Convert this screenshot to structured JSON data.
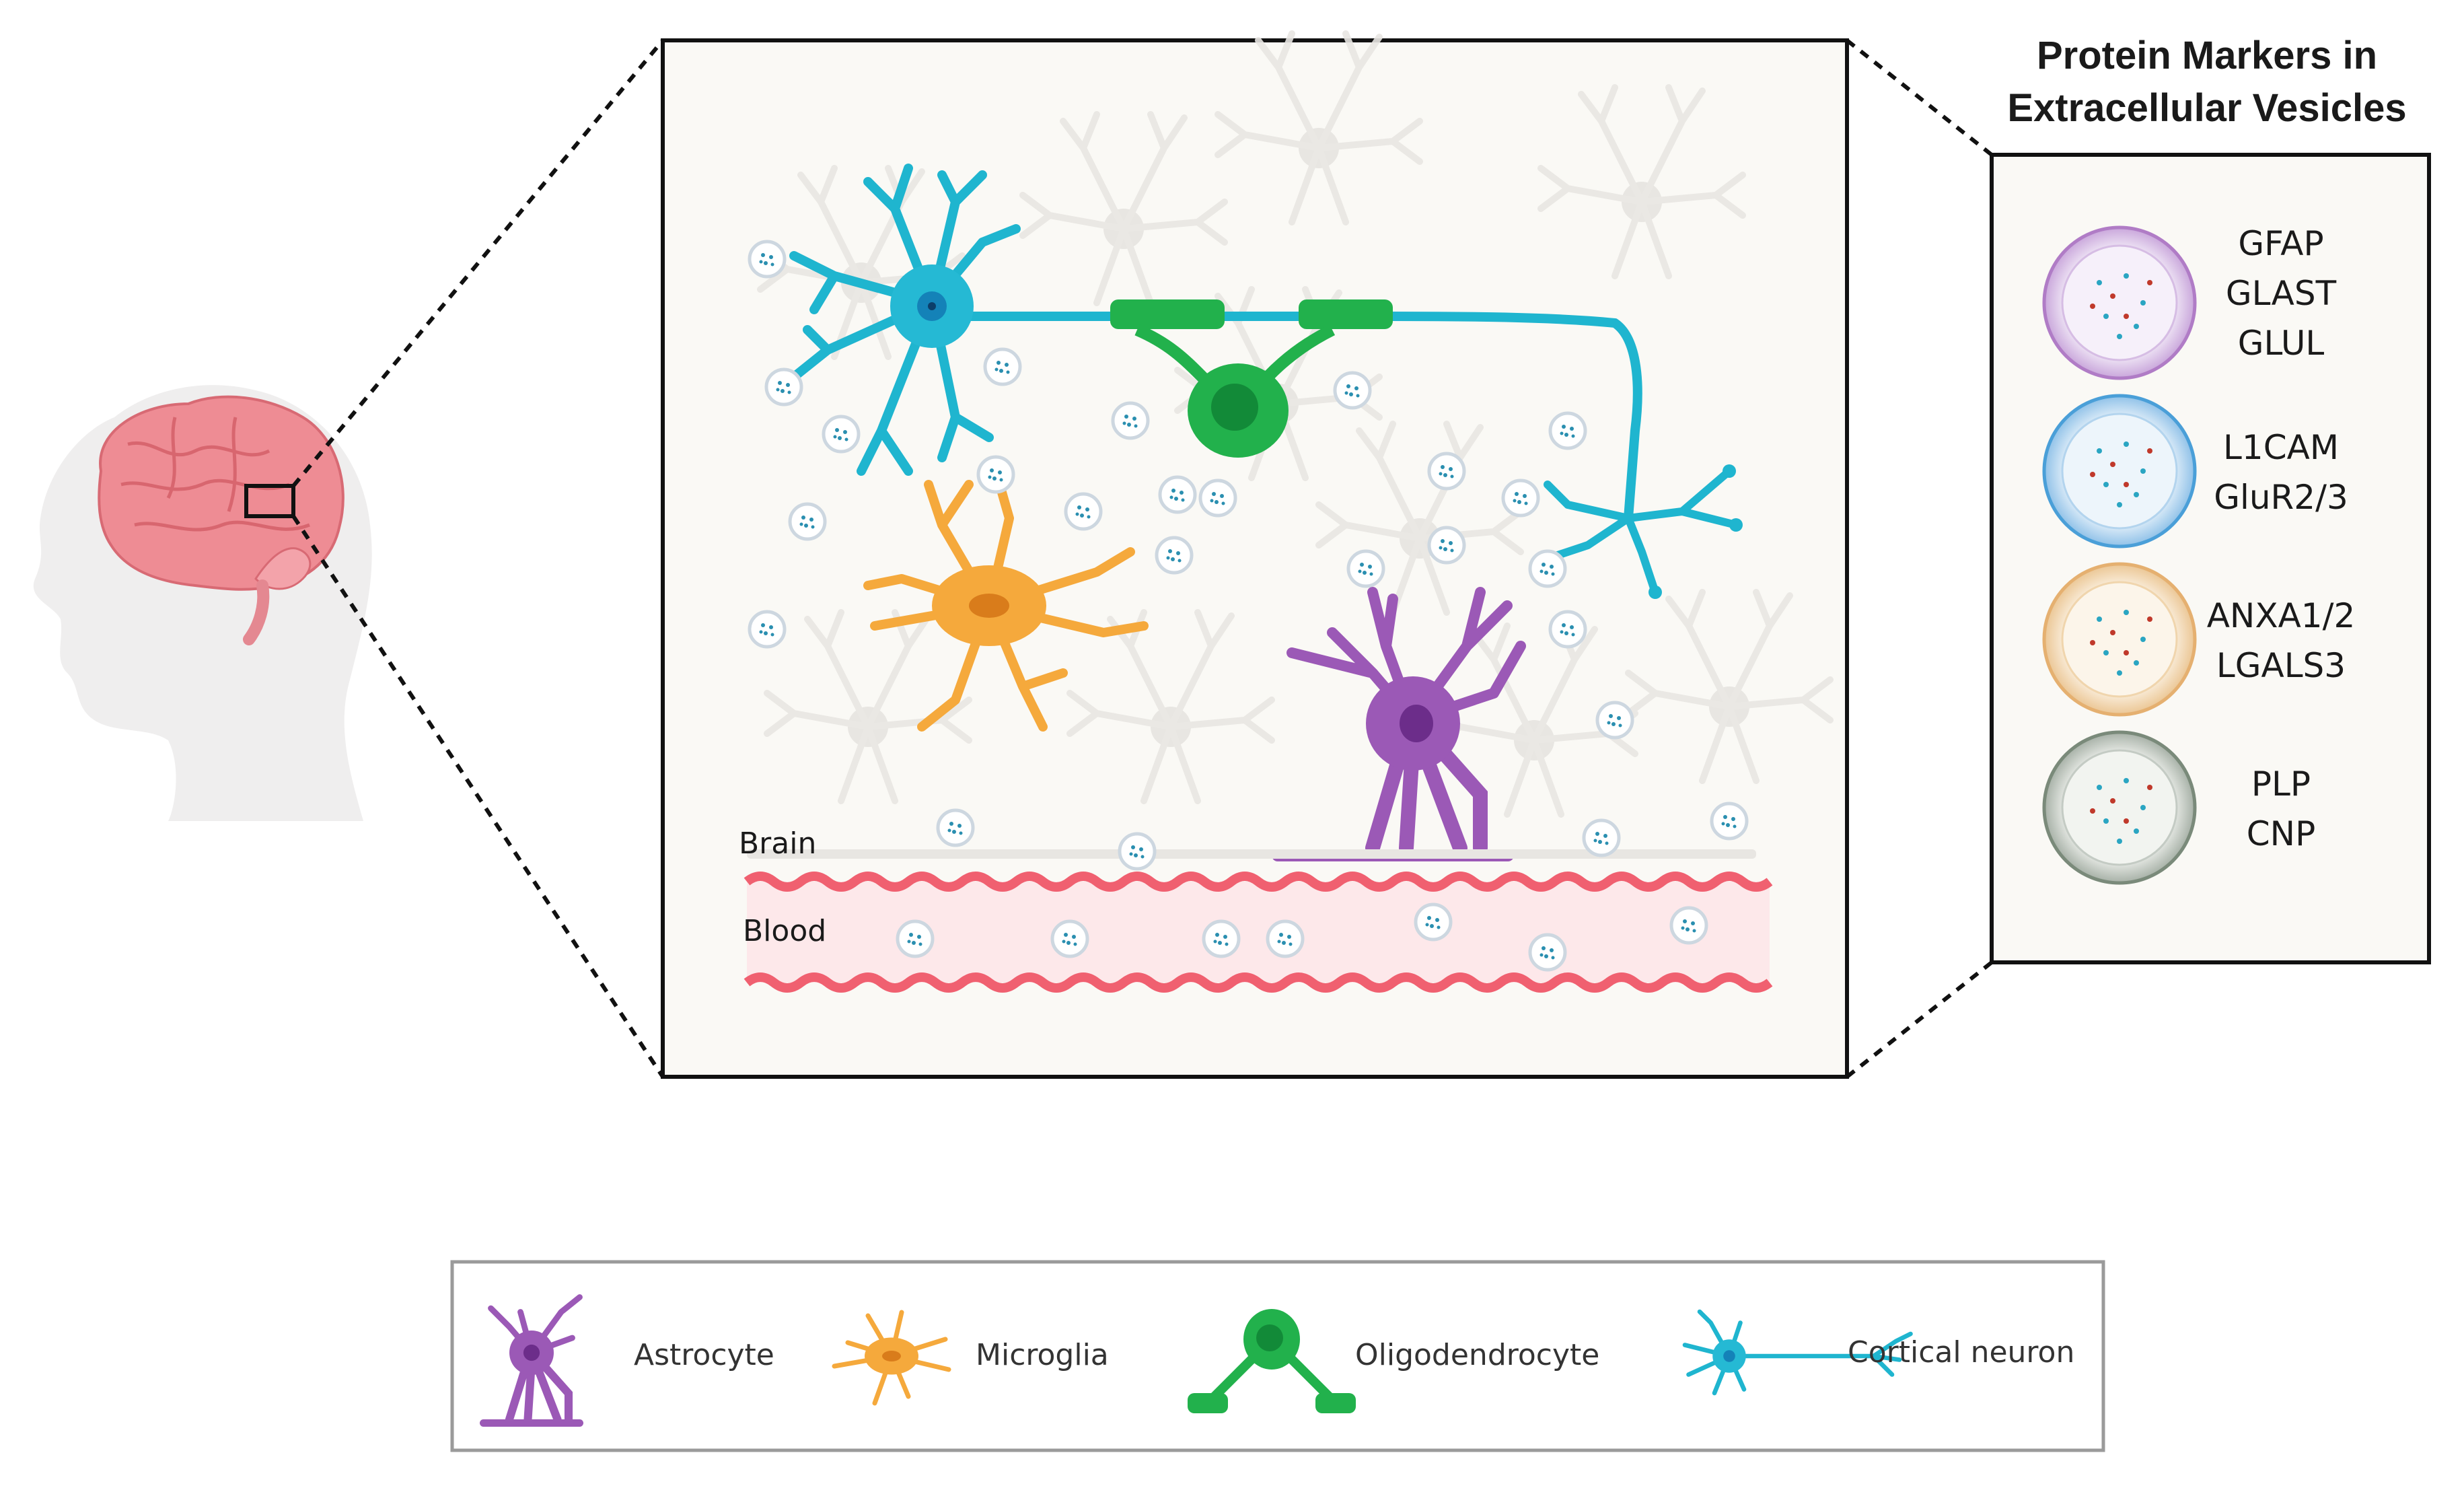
{
  "panel": {
    "title_lines": [
      "Protein Markers in",
      "Extracellular Vesicles"
    ],
    "vesicle_groups": [
      {
        "id": "astrocyte",
        "markers": [
          "GFAP",
          "GLAST",
          "GLUL"
        ],
        "color": "#b07cc6"
      },
      {
        "id": "neuron",
        "markers": [
          "L1CAM",
          "GluR2/3"
        ],
        "color": "#4a9fd8"
      },
      {
        "id": "microglia",
        "markers": [
          "ANXA1/2",
          "LGALS3"
        ],
        "color": "#e5b070"
      },
      {
        "id": "oligodendrocyte",
        "markers": [
          "PLP",
          "CNP"
        ],
        "color": "#7a8a7a"
      }
    ]
  },
  "scene": {
    "brain_label": "Brain",
    "blood_label": "Blood"
  },
  "legend": {
    "items": [
      {
        "label": "Astrocyte",
        "color": "#9b59b6",
        "icon": "astrocyte-icon"
      },
      {
        "label": "Microglia",
        "color": "#f5a93c",
        "icon": "microglia-icon"
      },
      {
        "label": "Oligodendrocyte",
        "color": "#22b14c",
        "icon": "oligodendrocyte-icon"
      },
      {
        "label": "Cortical neuron",
        "color": "#1fb5cf",
        "icon": "neuron-icon"
      }
    ]
  },
  "colors": {
    "astrocyte": "#9b59b6",
    "microglia": "#f5a93c",
    "oligodendrocyte": "#22b14c",
    "neuron": "#1fb5cf",
    "blood_vessel": "#f06070",
    "background_cell": "#e8e6e2"
  }
}
